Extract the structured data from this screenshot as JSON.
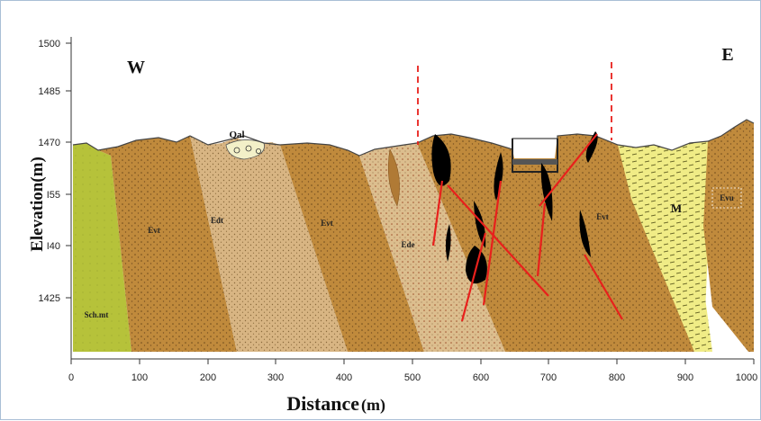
{
  "axes": {
    "xlabel": "Distance",
    "xlabel_unit": "(m)",
    "ylabel": "Elevation(m)",
    "x_ticks": [
      "0",
      "100",
      "200",
      "300",
      "400",
      "500",
      "600",
      "700",
      "800",
      "900",
      "1000"
    ],
    "y_ticks": [
      "1500",
      "1485",
      "1470",
      "I55",
      "I40",
      "1425"
    ]
  },
  "directions": {
    "west": "W",
    "east": "E"
  },
  "units": {
    "sch": "Sch.mt",
    "evt1": "Evt",
    "edt": "Edt",
    "evt2": "Evt",
    "ede": "Ede",
    "evt3": "Evt",
    "m": "M",
    "evu": "Evu",
    "qal": "Qal"
  },
  "colors": {
    "schist": "#b6c23a",
    "evt": "#c08a3c",
    "edt": "#d8b583",
    "ede": "#dcbe8e",
    "marl": "#f0ec86",
    "ore": "#000000",
    "fault": "#e8201c"
  }
}
